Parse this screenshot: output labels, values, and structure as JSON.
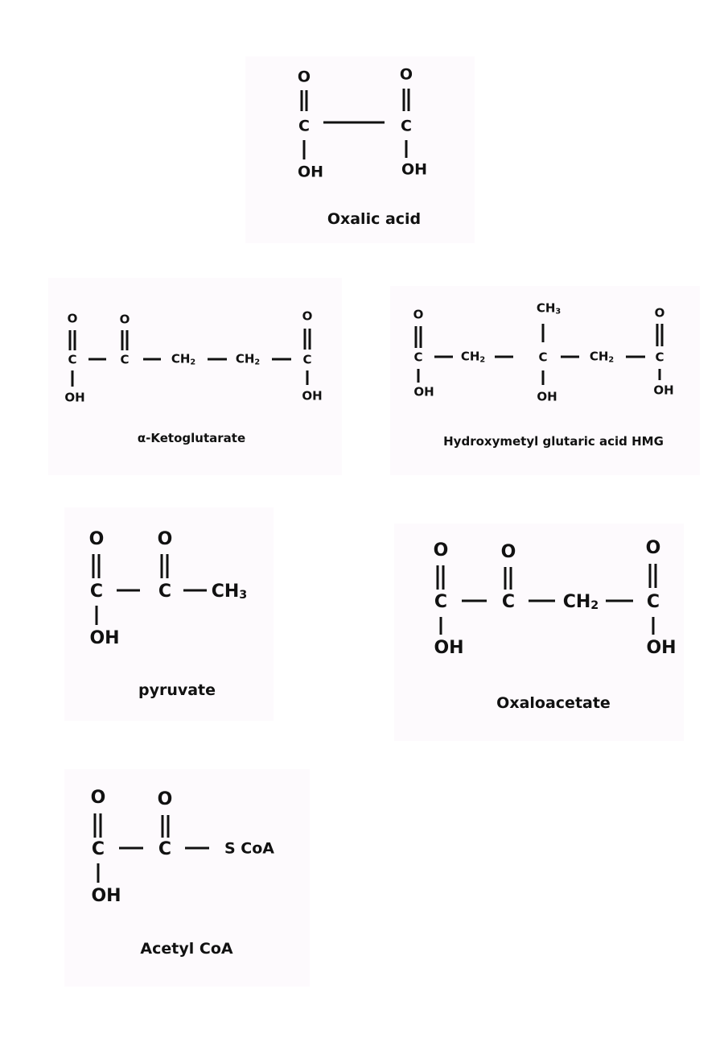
{
  "molecules": {
    "oxalic": {
      "name": "Oxalic acid",
      "atoms": {
        "o1": "O",
        "c1": "C",
        "oh1": "OH",
        "o2": "O",
        "c2": "C",
        "oh2": "OH"
      }
    },
    "akg": {
      "name": "α-Ketoglutarate",
      "atoms": {
        "o1": "O",
        "c1": "C",
        "oh1": "OH",
        "o2": "O",
        "c2": "C",
        "ch2a": "CH",
        "ch2b": "CH",
        "o3": "O",
        "c3": "C",
        "oh3": "OH",
        "sub": "2"
      }
    },
    "hmg": {
      "name": "Hydroxymetyl glutaric acid HMG",
      "atoms": {
        "o1": "O",
        "c1": "C",
        "oh1": "OH",
        "ch2a": "CH",
        "c2": "C",
        "ch3": "CH",
        "oh2": "OH",
        "ch2b": "CH",
        "o3": "O",
        "c3": "C",
        "oh3": "OH",
        "sub2": "2",
        "sub3": "3"
      }
    },
    "pyruvate": {
      "name": "pyruvate",
      "atoms": {
        "o1": "O",
        "c1": "C",
        "oh1": "OH",
        "o2": "O",
        "c2": "C",
        "ch3": "CH",
        "sub3": "3"
      }
    },
    "oxaloacetate": {
      "name": "Oxaloacetate",
      "atoms": {
        "o1": "O",
        "c1": "C",
        "oh1": "OH",
        "o2": "O",
        "c2": "C",
        "ch2": "CH",
        "o3": "O",
        "c3": "C",
        "oh3": "OH",
        "sub2": "2"
      }
    },
    "acetylcoa": {
      "name": "Acetyl CoA",
      "atoms": {
        "o1": "O",
        "c1": "C",
        "oh1": "OH",
        "o2": "O",
        "c2": "C",
        "scoa": "S CoA"
      }
    }
  }
}
